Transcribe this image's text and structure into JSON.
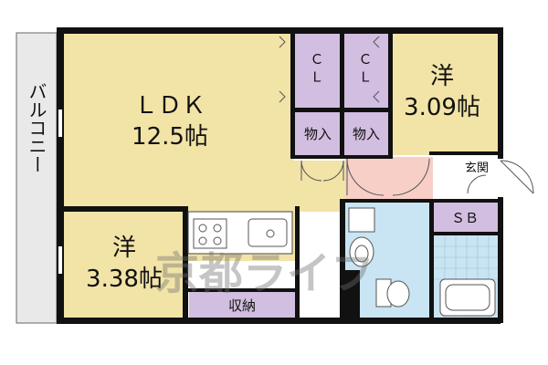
{
  "rooms": {
    "ldk": {
      "name": "ＬＤＫ",
      "size": "12.5帖"
    },
    "west1": {
      "name": "洋",
      "size": "3.09帖"
    },
    "west2": {
      "name": "洋",
      "size": "3.38帖"
    },
    "cl1": "Ｃ\nＬ",
    "cl2": "Ｃ\nＬ",
    "closet1": "物入",
    "closet2": "物入",
    "entrance": "玄関",
    "shoe_box": "ＳＢ",
    "storage": "収納",
    "balcony": "バルコニー"
  },
  "watermark": "京都ライフ",
  "colors": {
    "wood_floor": "#f2e3a7",
    "closet": "#d2bee0",
    "hall": "#f7cfc6",
    "wet_area": "#c9e4f2",
    "balcony": "#e9e9e9",
    "wall": "#111111"
  }
}
